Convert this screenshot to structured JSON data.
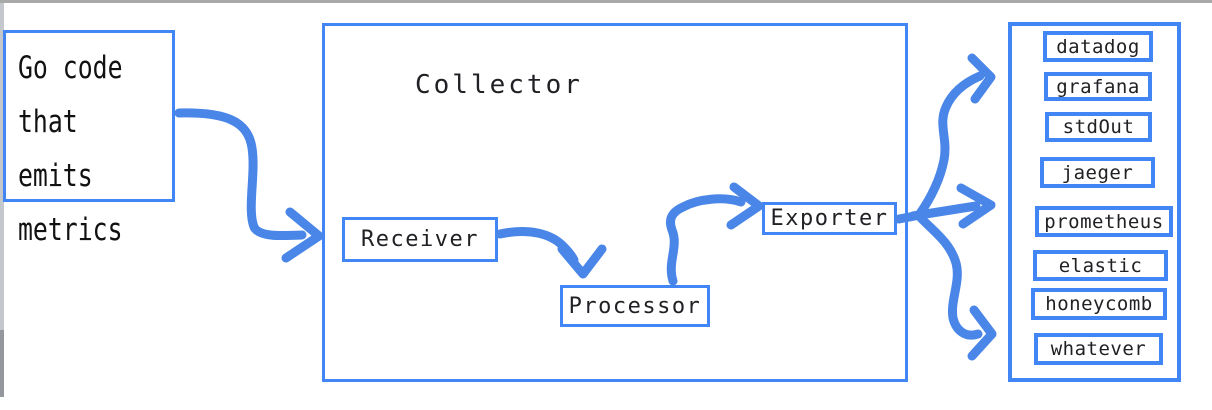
{
  "window": {
    "chrome": {
      "top_border_color": "#a9a9a9",
      "scrollbar_track_color": "#c4c7cb",
      "scrollbar_thumb_color": "#94979b"
    }
  },
  "diagram": {
    "source": {
      "label": "Go code\nthat emits\nmetrics"
    },
    "collector": {
      "title": "Collector",
      "components": [
        {
          "label": "Receiver"
        },
        {
          "label": "Processor"
        },
        {
          "label": "Exporter"
        }
      ]
    },
    "sinks": {
      "items": [
        "datadog",
        "grafana",
        "stdOut",
        "jaeger",
        "prometheus",
        "elastic",
        "honeycomb",
        "whatever"
      ]
    },
    "arrows": [
      {
        "name": "source-to-collector",
        "from": "Go code that emits metrics",
        "to": "Receiver"
      },
      {
        "name": "receiver-to-processor",
        "from": "Receiver",
        "to": "Processor"
      },
      {
        "name": "processor-to-exporter",
        "from": "Processor",
        "to": "Exporter"
      },
      {
        "name": "exporter-to-sinks",
        "from": "Exporter",
        "to": "sinks list",
        "branches": 3
      }
    ],
    "colors": {
      "box_border": "#4285f4",
      "arrow_stroke": "#4a86e8",
      "label_text": "#202124"
    }
  }
}
